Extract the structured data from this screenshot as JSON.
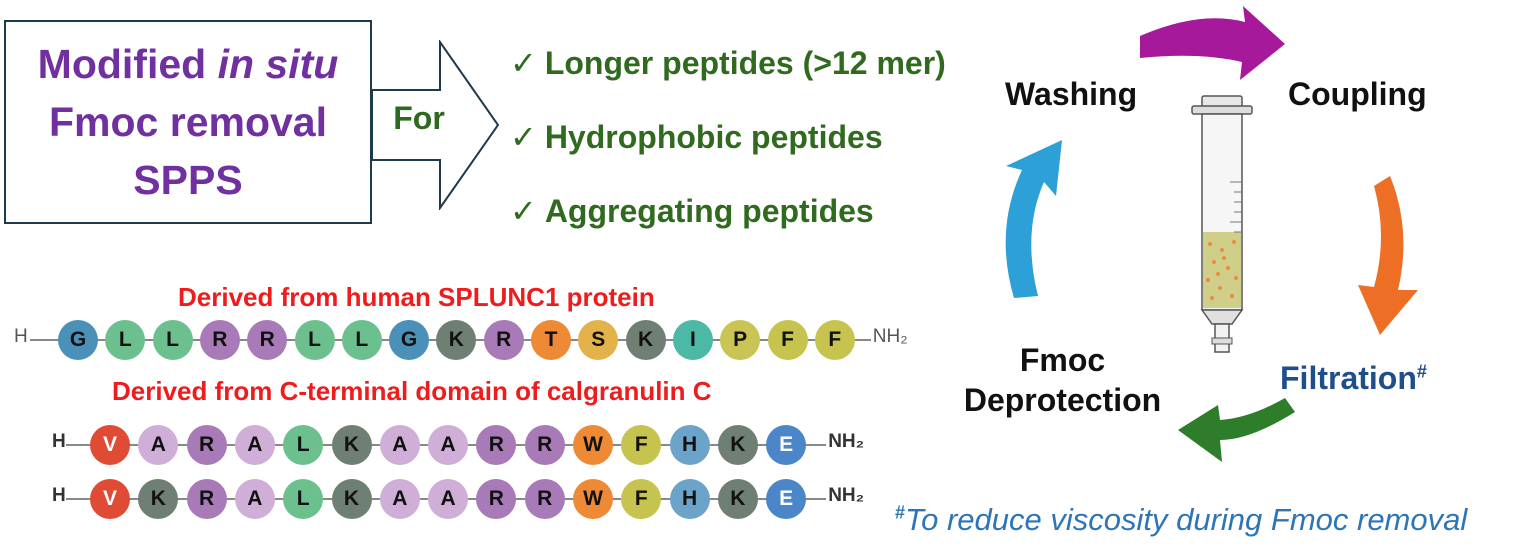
{
  "title": {
    "line1_prefix": "Modified ",
    "line1_italic": "in situ",
    "line2": "Fmoc removal",
    "line3": "SPPS"
  },
  "arrow_label": "For",
  "benefits": [
    "Longer peptides (>12 mer)",
    "Hydrophobic peptides",
    "Aggregating peptides"
  ],
  "check_glyph": "✓",
  "cycle": {
    "washing": "Washing",
    "coupling": "Coupling",
    "filtration": "Filtration",
    "filtration_mark": "#",
    "deprotection_line1": "Fmoc",
    "deprotection_line2": "Deprotection"
  },
  "footnote": {
    "mark": "#",
    "text": "To reduce viscosity during Fmoc removal"
  },
  "colors": {
    "purple_text": "#7030a0",
    "green_text": "#2f6a1e",
    "red_heading": "#ee1c1c",
    "blue_text": "#1f4e8c",
    "arrow_magenta": "#a5199a",
    "arrow_orange": "#ec6f25",
    "arrow_green": "#2e7d2a",
    "arrow_blue": "#2ea0d8"
  },
  "residue_colors": {
    "G": "#4a90b8",
    "L": "#6cc08e",
    "R": "#a87bb8",
    "K": "#6f7f73",
    "T": "#ee8a35",
    "S": "#e3b24a",
    "I": "#4cb8a6",
    "P": "#c9c454",
    "F": "#c6c44f",
    "V": "#e04b36",
    "A": "#cfaed8",
    "W": "#ee8a35",
    "H": "#6ba4c8",
    "E": "#4a86c8"
  },
  "peptide1": {
    "heading": "Derived from human SPLUNC1 protein",
    "n_term": "H",
    "c_term": "NH₂",
    "sequence": [
      "G",
      "L",
      "L",
      "R",
      "R",
      "L",
      "L",
      "G",
      "K",
      "R",
      "T",
      "S",
      "K",
      "I",
      "P",
      "F",
      "F"
    ]
  },
  "peptide2": {
    "heading": "Derived from C-terminal domain of calgranulin C",
    "rows": [
      {
        "n_term": "H",
        "c_term": "NH₂",
        "sequence": [
          "V",
          "A",
          "R",
          "A",
          "L",
          "K",
          "A",
          "A",
          "R",
          "R",
          "W",
          "F",
          "H",
          "K",
          "E"
        ]
      },
      {
        "n_term": "H",
        "c_term": "NH₂",
        "sequence": [
          "V",
          "K",
          "R",
          "A",
          "L",
          "K",
          "A",
          "A",
          "R",
          "R",
          "W",
          "F",
          "H",
          "K",
          "E"
        ]
      }
    ]
  }
}
